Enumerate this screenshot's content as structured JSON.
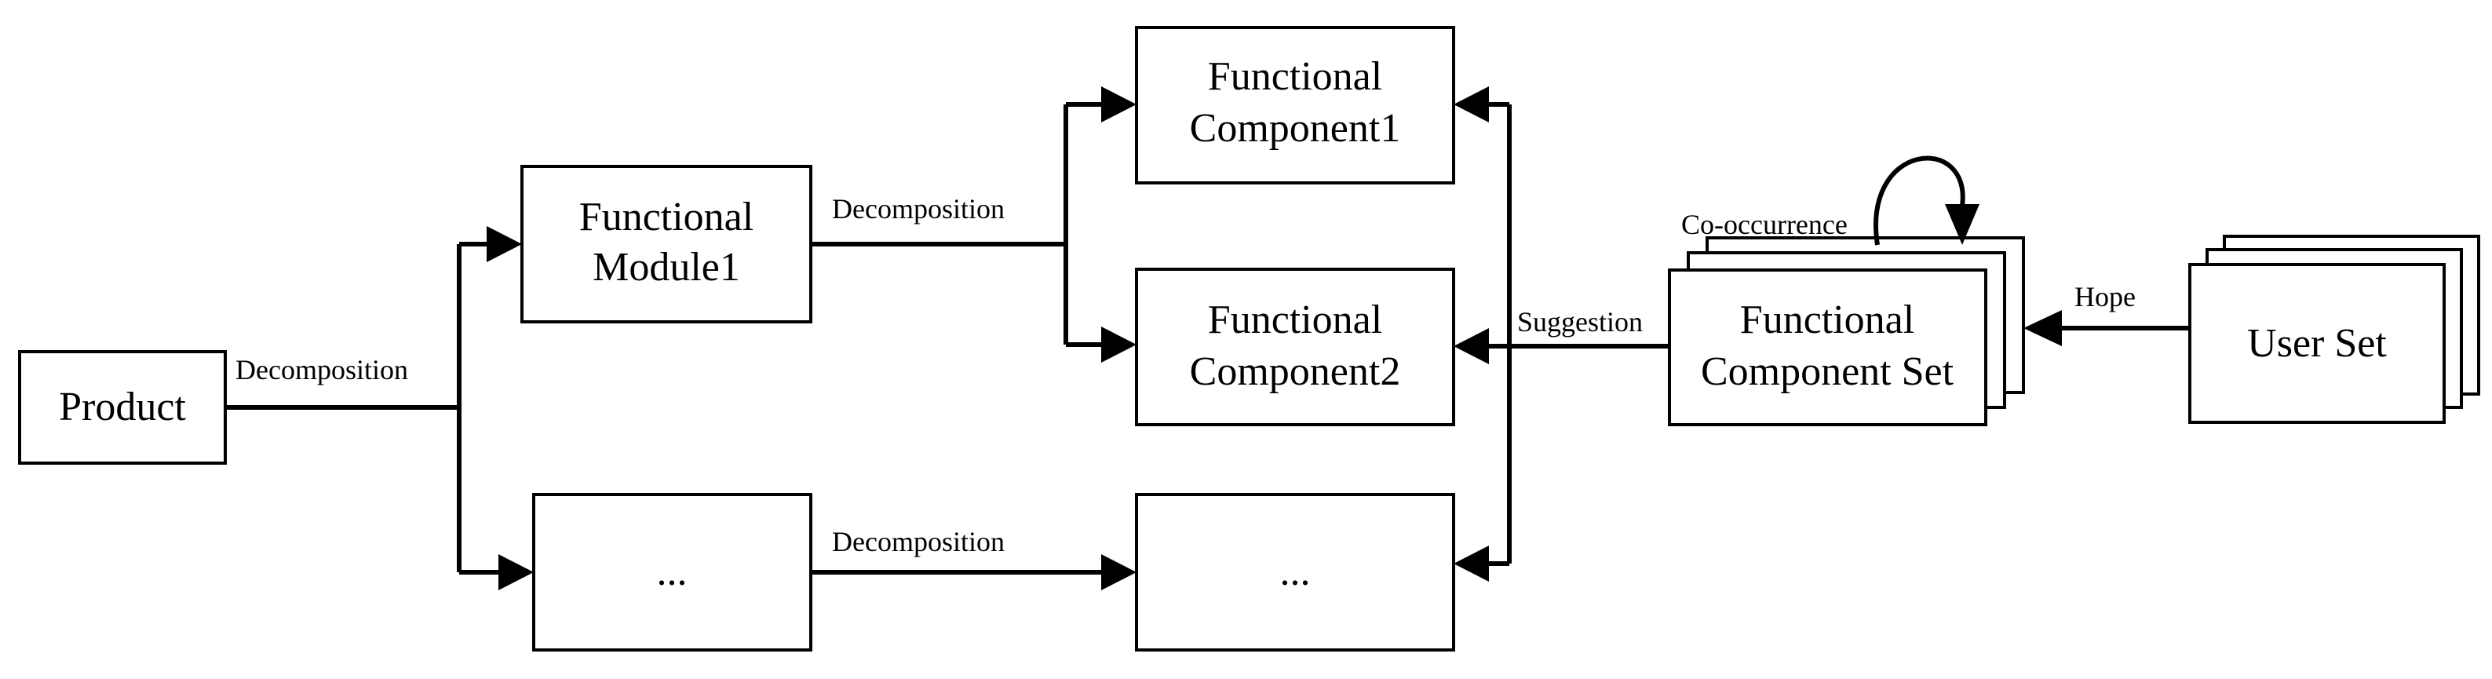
{
  "nodes": {
    "product": "Product",
    "module1": [
      "Functional",
      "Module1"
    ],
    "module_etc": "...",
    "component1": [
      "Functional",
      "Component1"
    ],
    "component2": [
      "Functional",
      "Component2"
    ],
    "component_etc": "...",
    "component_set": [
      "Functional",
      "Component Set"
    ],
    "user_set": "User Set"
  },
  "edges": {
    "product_decomposition": "Decomposition",
    "module1_decomposition": "Decomposition",
    "module_etc_decomposition": "Decomposition",
    "suggestion": "Suggestion",
    "co_occurrence": "Co-occurrence",
    "hope": "Hope"
  },
  "colors": {
    "stroke": "#000000",
    "background": "#ffffff"
  }
}
